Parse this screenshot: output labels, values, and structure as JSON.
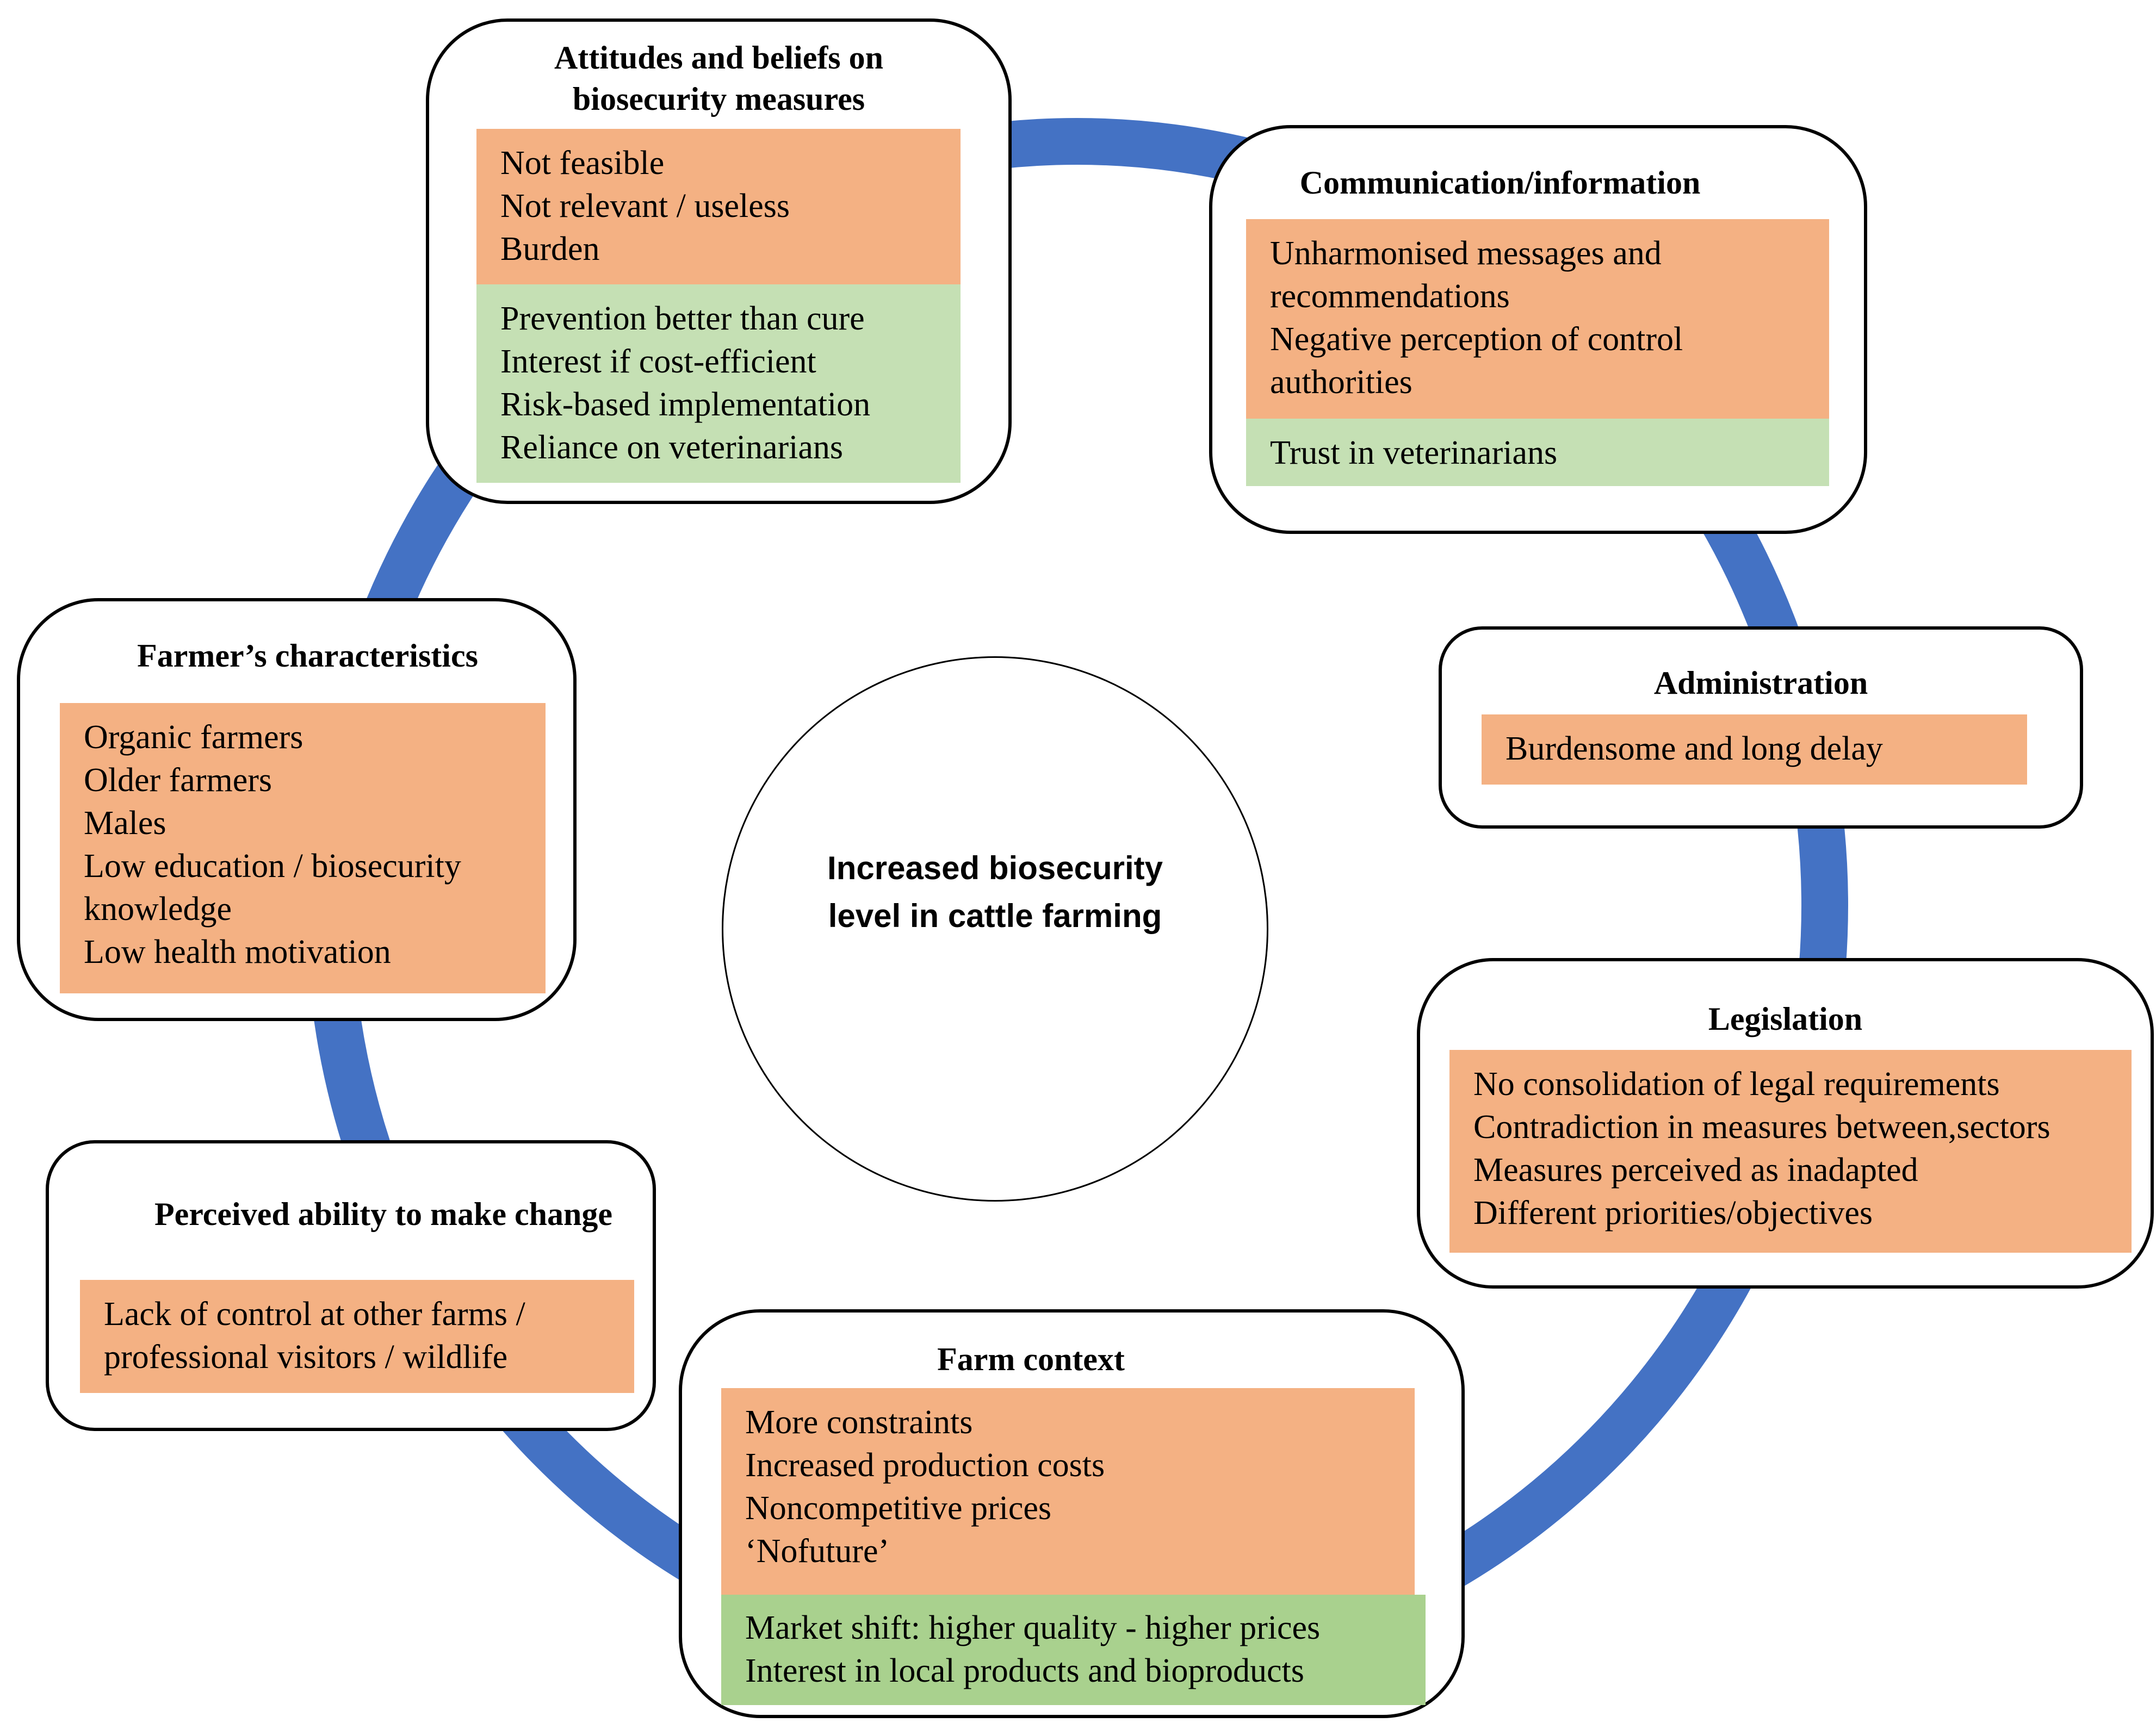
{
  "colors": {
    "ring": "#4472c4",
    "barrier": "#f4b183",
    "facilitator": "#c5e0b4",
    "facilitator_alt": "#a9d18e",
    "border": "#000000"
  },
  "center": {
    "lines": [
      "Increased biosecurity",
      "level in cattle farming"
    ]
  },
  "attitudes": {
    "title_lines": [
      "Attitudes and beliefs on",
      "biosecurity measures"
    ],
    "barriers": [
      "Not feasible",
      "Not relevant / useless",
      "Burden"
    ],
    "facilitators": [
      "Prevention better than cure",
      "Interest if cost-efficient",
      "Risk-based implementation",
      "Reliance on veterinarians"
    ]
  },
  "communication": {
    "title_lines": [
      "Communication/information"
    ],
    "barriers": [
      "Unharmonised messages and",
      "recommendations",
      "Negative perception of control",
      "authorities"
    ],
    "facilitators": [
      "Trust in veterinarians"
    ]
  },
  "administration": {
    "title_lines": [
      "Administration"
    ],
    "barriers": [
      "Burdensome and long delay"
    ]
  },
  "legislation": {
    "title_lines": [
      "Legislation"
    ],
    "barriers": [
      "No consolidation of legal requirements",
      "Contradiction in measures between,sectors",
      "Measures perceived as inadapted",
      "Different priorities/objectives"
    ]
  },
  "farm_context": {
    "title_lines": [
      "Farm context"
    ],
    "barriers": [
      "More constraints",
      "Increased production costs",
      "Noncompetitive prices",
      "‘Nofuture’"
    ],
    "facilitators": [
      "Market shift: higher quality - higher prices",
      "Interest in local products and bioproducts"
    ]
  },
  "perceived_ability": {
    "title_lines": [
      "Perceived ability to make change"
    ],
    "barriers": [
      "Lack of control at other farms /",
      "professional visitors / wildlife"
    ]
  },
  "farmer": {
    "title_lines": [
      "Farmer’s characteristics"
    ],
    "barriers": [
      "Organic farmers",
      "Older farmers",
      "Males",
      "Low education / biosecurity",
      "knowledge",
      "Low health motivation"
    ]
  }
}
